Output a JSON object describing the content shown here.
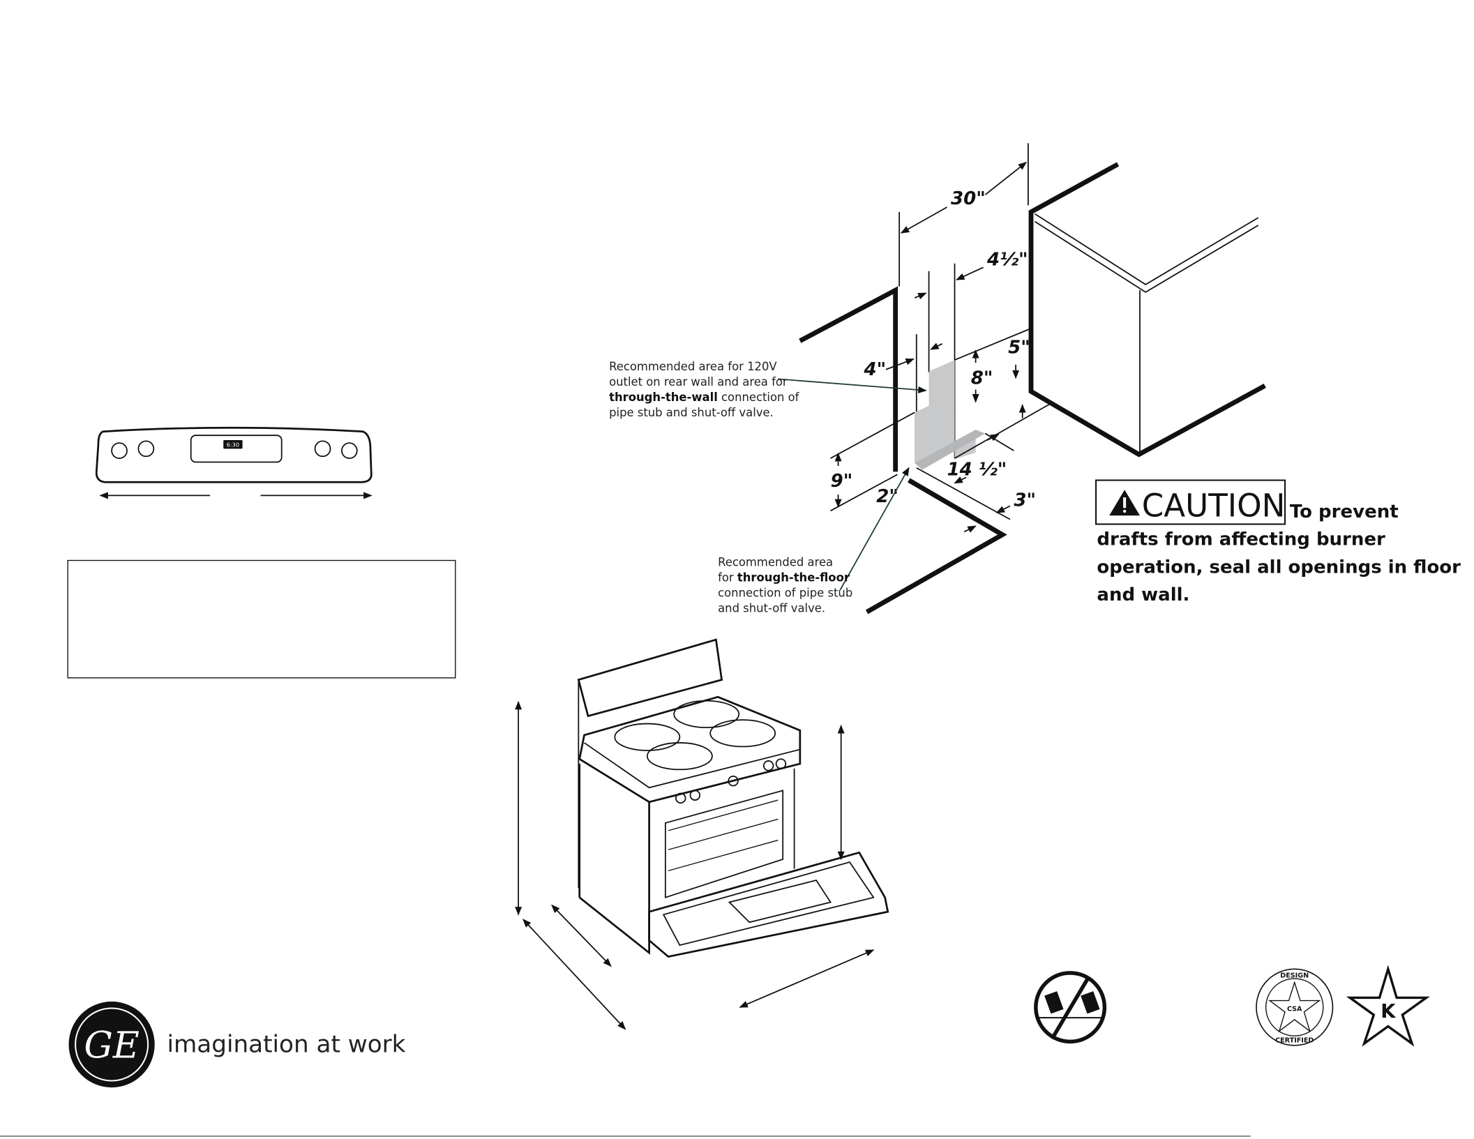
{
  "wall_diagram": {
    "dimensions": {
      "width_30": "30\"",
      "d4_5": "4½\"",
      "d4": "4\"",
      "d5": "5\"",
      "d8": "8\"",
      "d9": "9\"",
      "d2": "2\"",
      "d14_5": "14 ½\"",
      "d3": "3\""
    },
    "wall_note": {
      "line1": "Recommended area for 120V",
      "line2": "outlet on rear wall and area for",
      "line3_bold": "through-the-wall",
      "line3_rest": " connection of",
      "line4": "pipe stub and shut-off valve."
    },
    "floor_note": {
      "line1": "Recommended area",
      "line2_pre": "for ",
      "line2_bold": "through-the-floor",
      "line3": "connection of pipe stub",
      "line4": "and shut-off valve."
    }
  },
  "caution": {
    "label": "CAUTION",
    "line1": "To prevent",
    "line2": "drafts from affecting burner",
    "line3": "operation, seal all openings in floor",
    "line4": "and wall."
  },
  "control_panel": {
    "display_time": "6:30"
  },
  "brand": {
    "logo_text": "GE",
    "tagline": "imagination at work"
  },
  "badges": {
    "design_top": "DESIGN",
    "design_bottom": "CERTIFIED",
    "design_center": "CSA",
    "kosher": "K"
  },
  "colors": {
    "shade": "#c8c9cb",
    "leader": "#1f3d33"
  }
}
